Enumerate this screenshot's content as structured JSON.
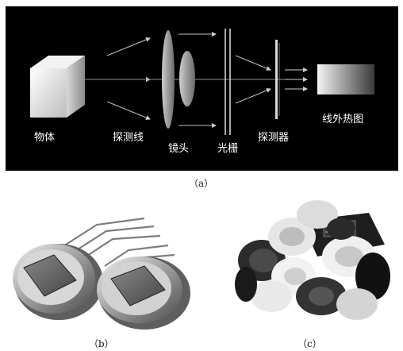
{
  "panel_a": {
    "labels": {
      "object": "物体",
      "rays": "探测线",
      "lens": "镜头",
      "grating": "光栅",
      "detector": "探测器",
      "thermal_image": "线外热图"
    },
    "caption": "（a）"
  },
  "panel_b": {
    "caption": "（b）"
  },
  "panel_c": {
    "caption": "（c）"
  }
}
